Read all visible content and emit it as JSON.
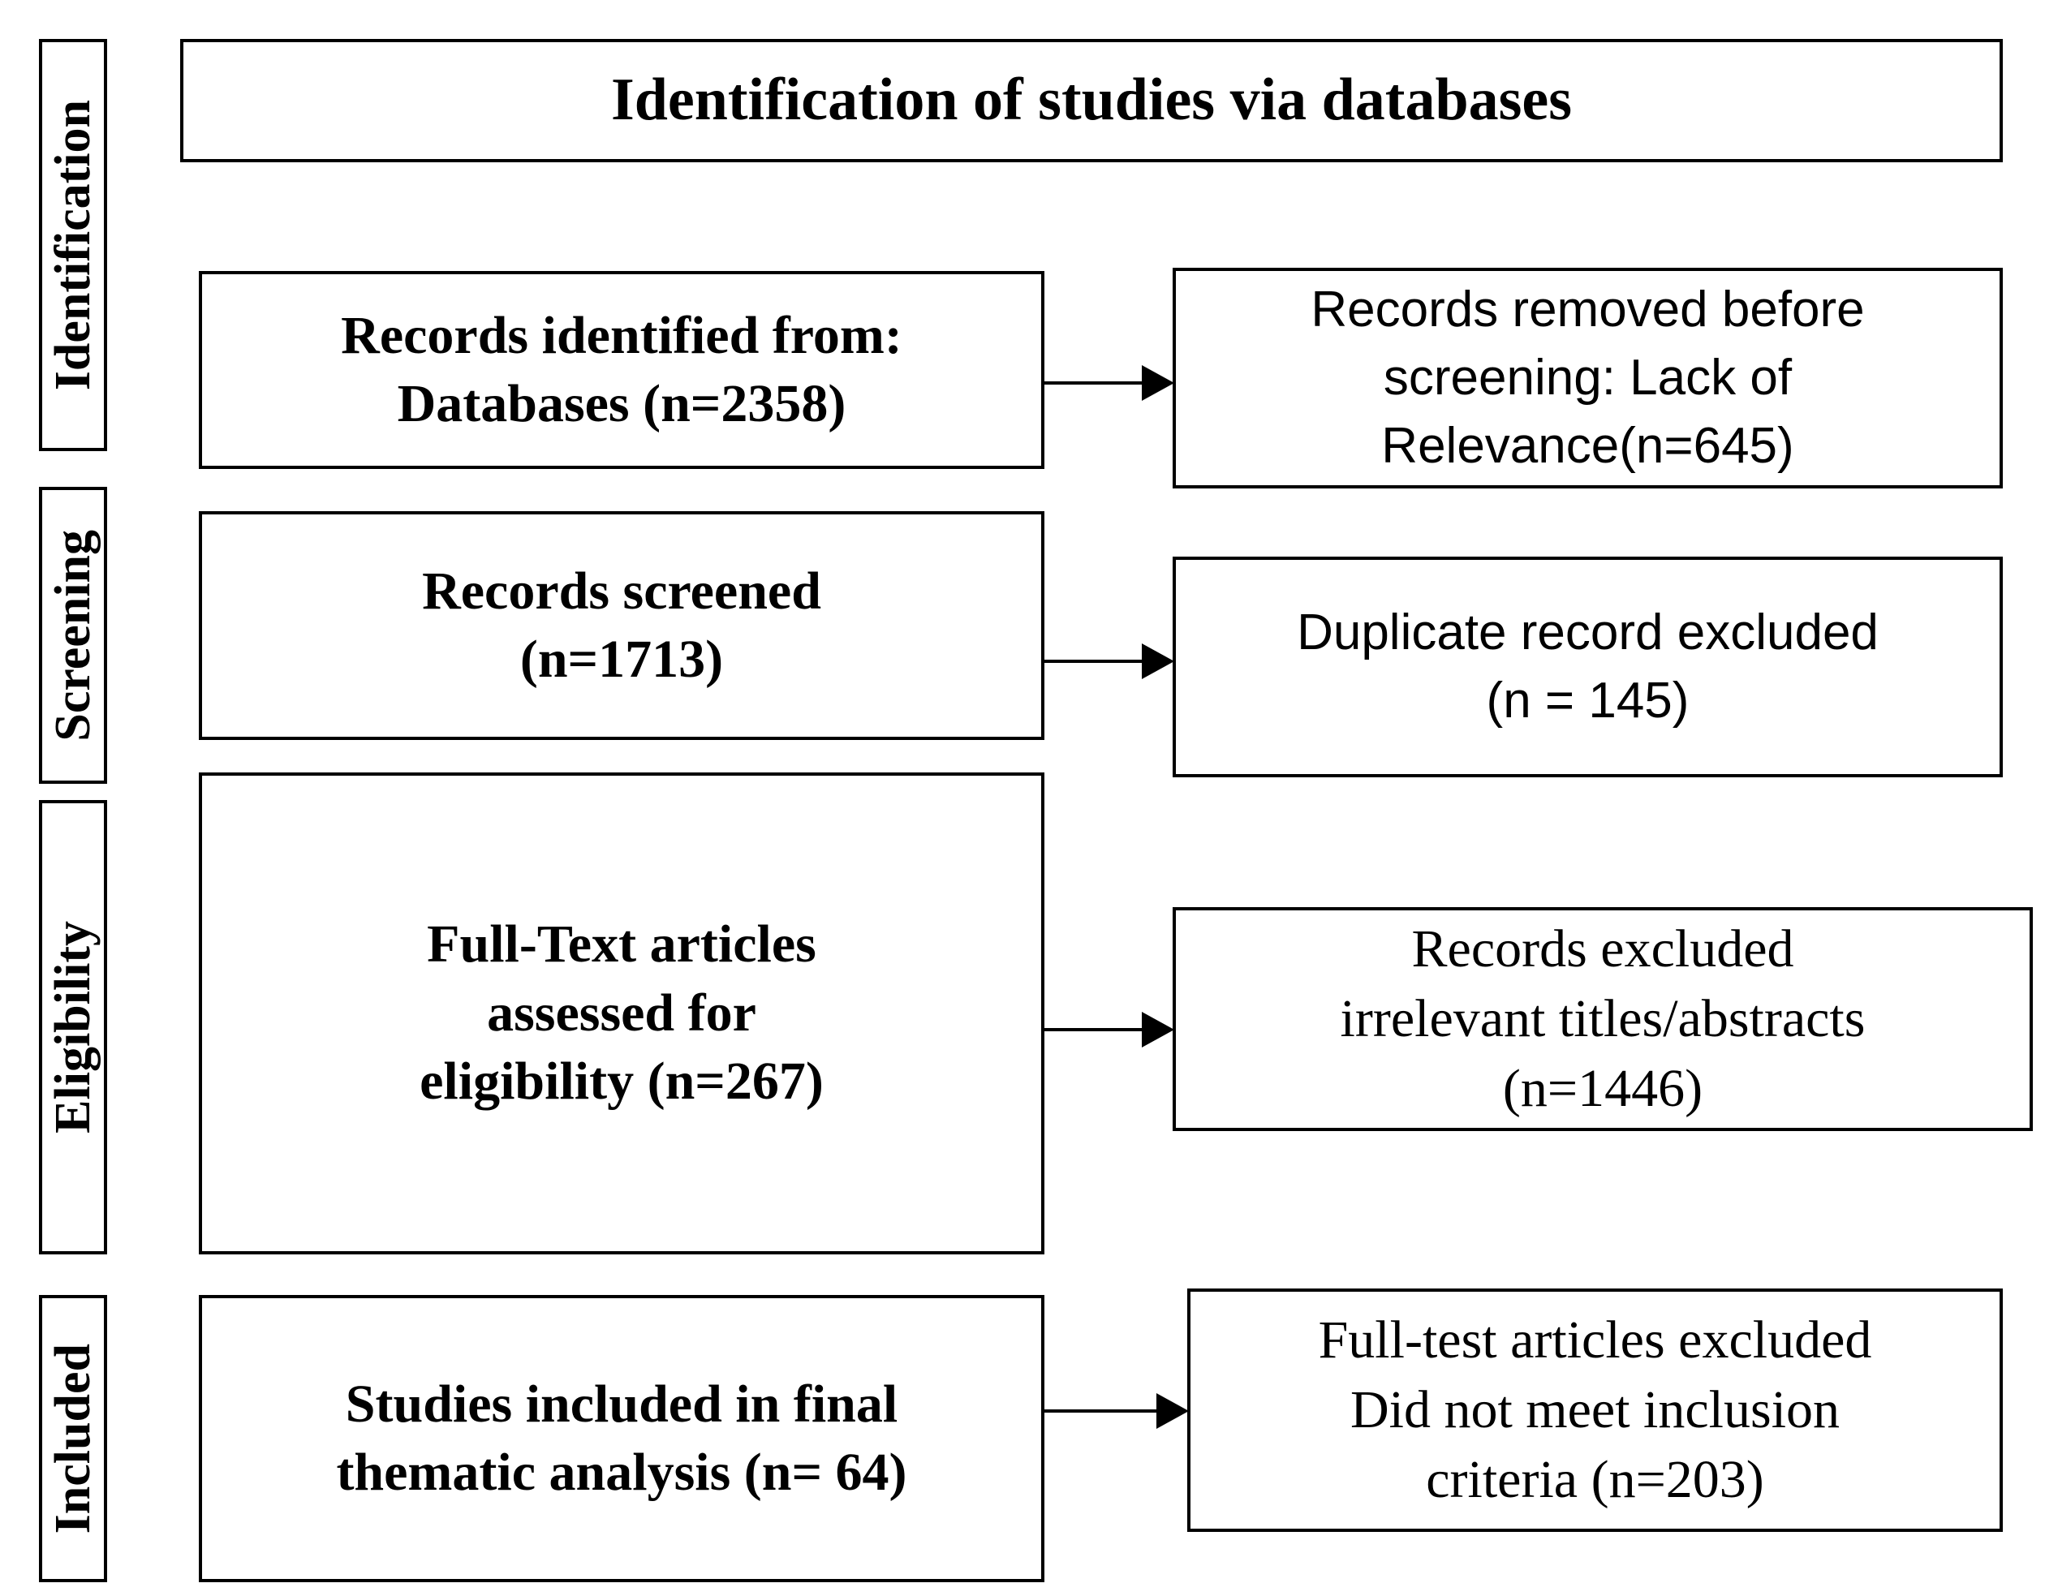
{
  "diagram": {
    "type": "prisma-flow-diagram",
    "header": {
      "title": "Identification of studies via databases"
    },
    "stages": [
      {
        "id": "identification",
        "label": "Identification"
      },
      {
        "id": "screening",
        "label": "Screening"
      },
      {
        "id": "eligibility",
        "label": "Eligibility"
      },
      {
        "id": "included",
        "label": "Included"
      }
    ],
    "flow_boxes": {
      "records_identified": {
        "text": "Records identified from:\nDatabases (n=2358)",
        "count": 2358
      },
      "records_removed": {
        "text": "Records removed before\nscreening: Lack of\nRelevance(n=645)",
        "count": 645
      },
      "records_screened": {
        "text": "Records screened\n(n=1713)",
        "count": 1713
      },
      "duplicates_excluded": {
        "text": "Duplicate record excluded\n(n = 145)",
        "count": 145
      },
      "fulltext_assessed": {
        "text": "Full-Text articles\nassessed for\neligibility (n=267)",
        "count": 267
      },
      "records_excluded": {
        "text": "Records excluded\nirrelevant titles/abstracts\n(n=1446)",
        "count": 1446
      },
      "studies_included": {
        "text": "Studies included in final\nthematic analysis  (n= 64)",
        "count": 64
      },
      "fulltext_excluded": {
        "text": "Full-test articles excluded\nDid not meet inclusion\ncriteria (n=203)",
        "count": 203
      }
    },
    "colors": {
      "border": "#000000",
      "background": "#ffffff",
      "text": "#000000"
    }
  }
}
